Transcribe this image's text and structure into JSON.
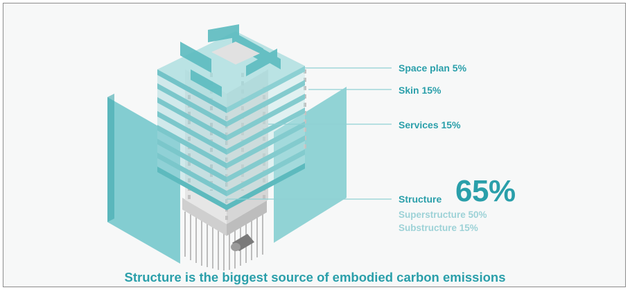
{
  "labels": {
    "space_plan": "Space plan 5%",
    "skin": "Skin 15%",
    "services": "Services 15%",
    "structure_word": "Structure",
    "structure_pct": "65%",
    "superstructure": "Superstructure 50%",
    "substructure": "Substructure 15%"
  },
  "caption": "Structure is the biggest source of embodied carbon emissions",
  "colors": {
    "accent": "#2a9faa",
    "light_accent": "#9dd2d7",
    "glass": "#8fd0d3",
    "glass_dark": "#4fb3b8",
    "concrete": "#d9d9d9",
    "background": "#f7f8f8"
  }
}
